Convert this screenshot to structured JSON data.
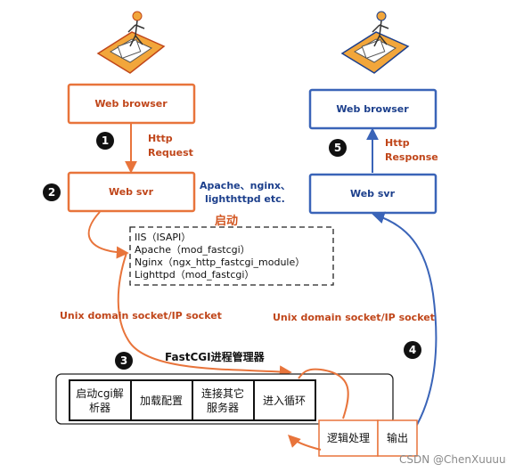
{
  "left": {
    "browser_label": "Web browser",
    "request_label_1": "Http",
    "request_label_2": "Request",
    "server_label": "Web svr",
    "servers_note_1": "Apache、nginx、",
    "servers_note_2": "lighthttpd etc.",
    "start_label": "启动",
    "modules": [
      "IIS（ISAPI）",
      "Apache（mod_fastcgi）",
      "Nginx（ngx_http_fastcgi_module）",
      "Lighttpd（mod_fastcgi）"
    ],
    "socket_label": "Unix domain socket/IP socket"
  },
  "right": {
    "browser_label": "Web browser",
    "response_label_1": "Http",
    "response_label_2": "Response",
    "server_label": "Web svr",
    "socket_label": "Unix domain socket/IP socket"
  },
  "badges": [
    "1",
    "2",
    "3",
    "4",
    "5"
  ],
  "manager": {
    "title": "FastCGI进程管理器",
    "steps": [
      {
        "line1": "启动cgi解",
        "line2": "析器"
      },
      {
        "line1": "加载配置",
        "line2": ""
      },
      {
        "line1": "连接其它",
        "line2": "服务器"
      },
      {
        "line1": "进入循环",
        "line2": ""
      }
    ],
    "logic_label": "逻辑处理",
    "output_label": "输出"
  },
  "watermark": "CSDN @ChenXuuuu~",
  "colors": {
    "orange": "#e8743b",
    "orange_text": "#c0461a",
    "blue": "#3a64b8",
    "blue_text": "#1c3f8c",
    "computer_fill": "#f2a63b"
  },
  "icons": [
    "computer-user-icon-left",
    "computer-user-icon-right"
  ]
}
